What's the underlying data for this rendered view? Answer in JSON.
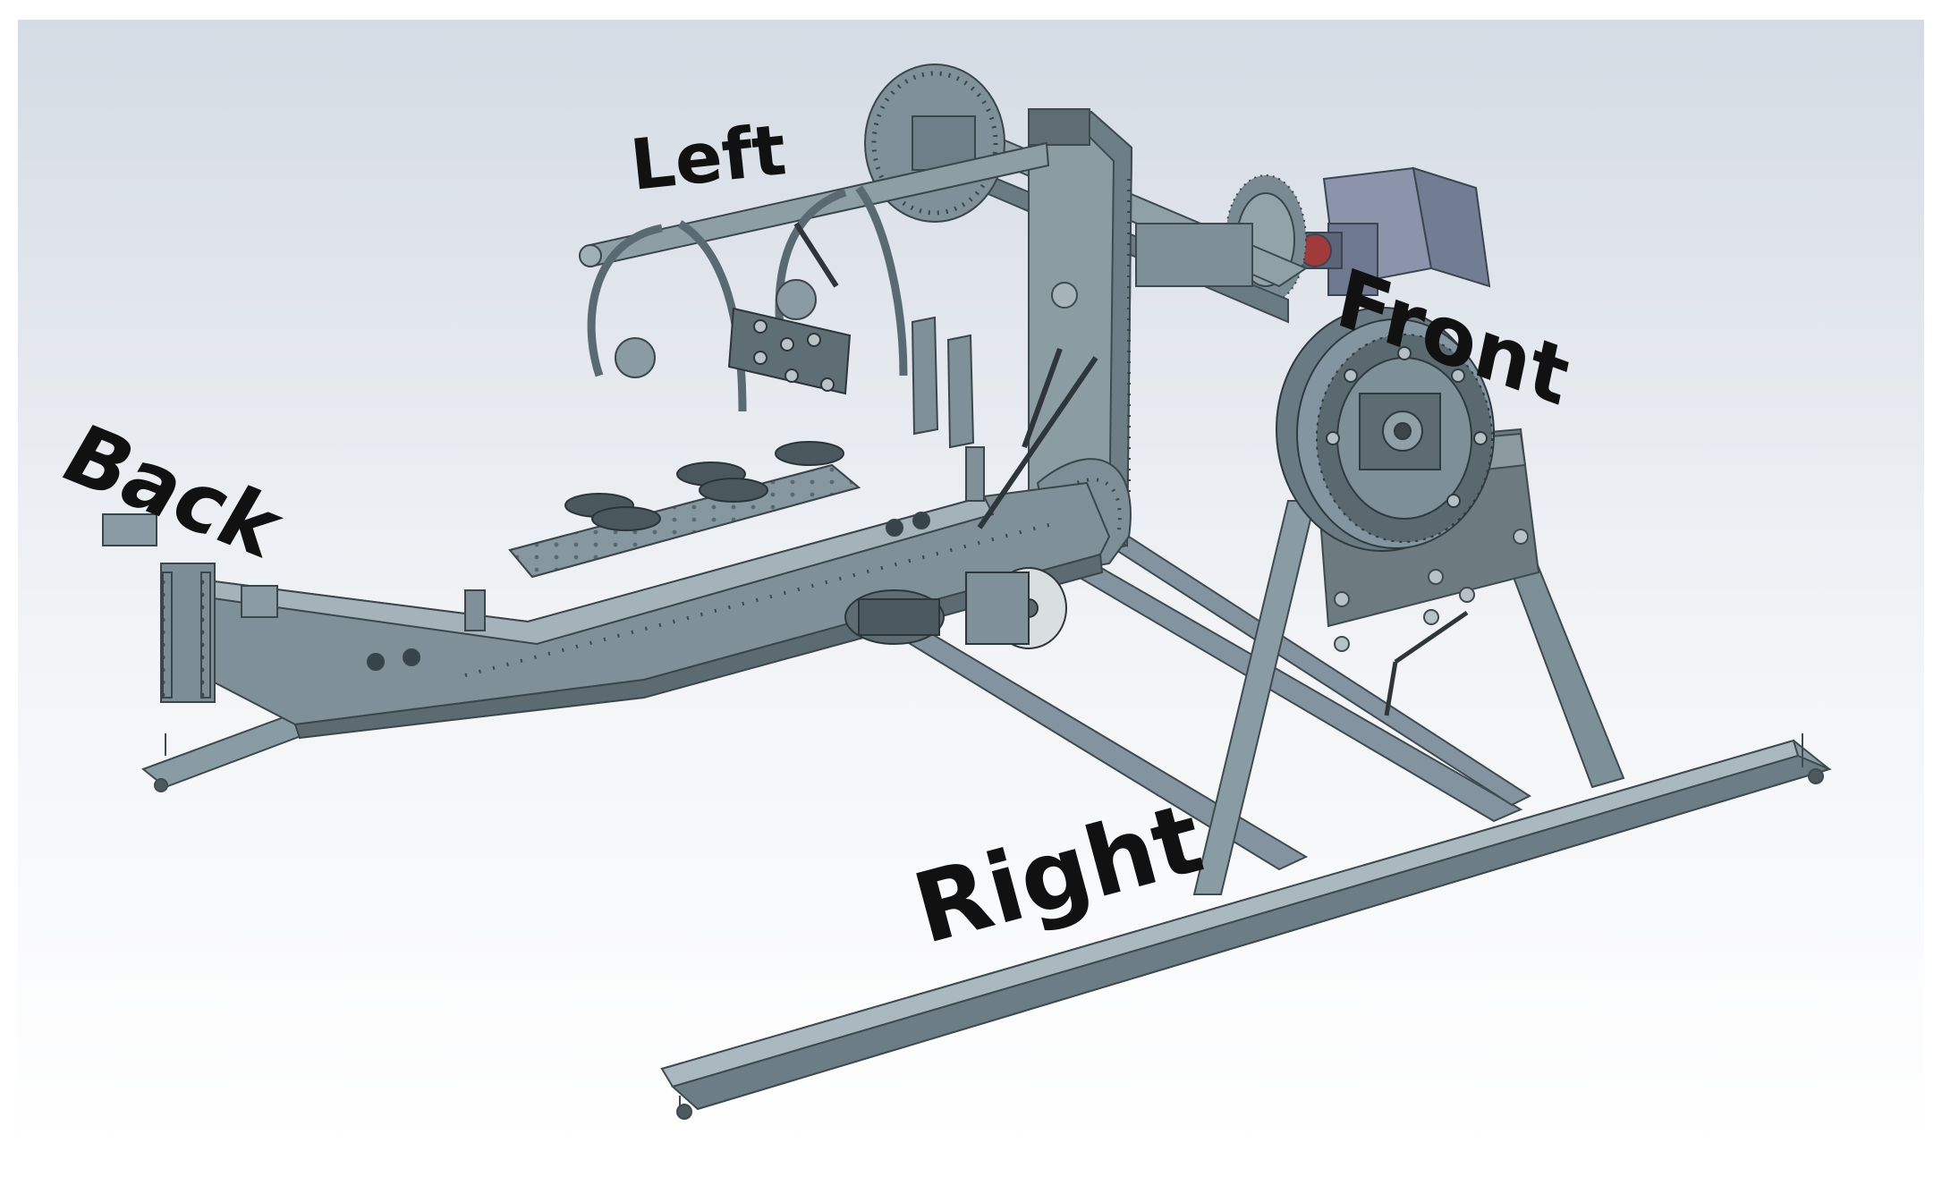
{
  "viewport": {
    "background_top": "#d6dde6",
    "background_bottom": "#ffffff",
    "frame_color": "#7c8e96",
    "frame_dark": "#56666e",
    "frame_light": "#9aabb2",
    "motor_color": "#7f8aa0",
    "label_color": "#111111"
  },
  "labels": {
    "left": "Left",
    "front": "Front",
    "back": "Back",
    "right": "Right"
  }
}
